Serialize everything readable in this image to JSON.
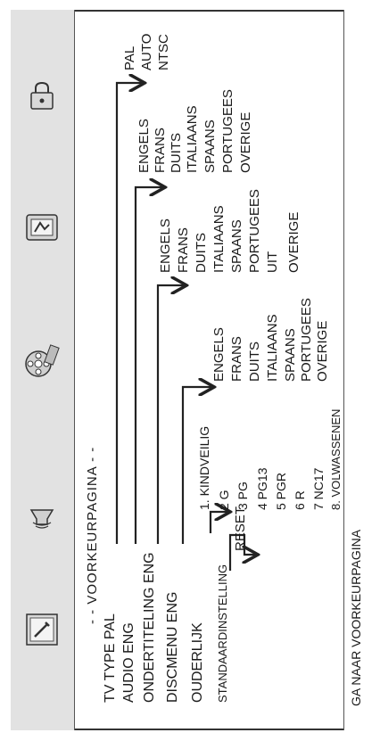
{
  "tabs": [
    {
      "name": "general-setup-icon"
    },
    {
      "name": "audio-setup-icon"
    },
    {
      "name": "film-reel-icon"
    },
    {
      "name": "video-setup-icon"
    },
    {
      "name": "lock-icon"
    }
  ],
  "page_title": "- -  VOORKEURPAGINA  - -",
  "main_menu": {
    "tv_type": "TV TYPE  PAL",
    "audio": "AUDIO  ENG",
    "ondertiteling": "ONDERTITELING ENG",
    "discmenu": "DISCMENU  ENG",
    "ouderlijk": "OUDERLIJK",
    "standaard": "STANDAARDINSTELLING"
  },
  "tv_type_options": [
    "PAL",
    "AUTO",
    "NTSC"
  ],
  "audio_options": [
    "ENGELS",
    "FRANS",
    "DUITS",
    "ITALIAANS",
    "SPAANS",
    "PORTUGEES",
    "OVERIGE"
  ],
  "subtitle_options": [
    "ENGELS",
    "FRANS",
    "DUITS",
    "ITALIAANS",
    "SPAANS",
    "PORTUGEES",
    "UIT",
    "OVERIGE"
  ],
  "discmenu_options": [
    "ENGELS",
    "FRANS",
    "DUITS",
    "ITALIAANS",
    "SPAANS",
    "PORTUGEES",
    "OVERIGE"
  ],
  "parental_options": [
    "1. KINDVEILIG",
    "2 G",
    "3 PG",
    "4 PG13",
    "5 PGR",
    "6 R",
    "7 NC17",
    "8. VOLWASSENEN"
  ],
  "reset_option": "RESET",
  "footer": "GA NAAR VOORKEURPAGINA"
}
